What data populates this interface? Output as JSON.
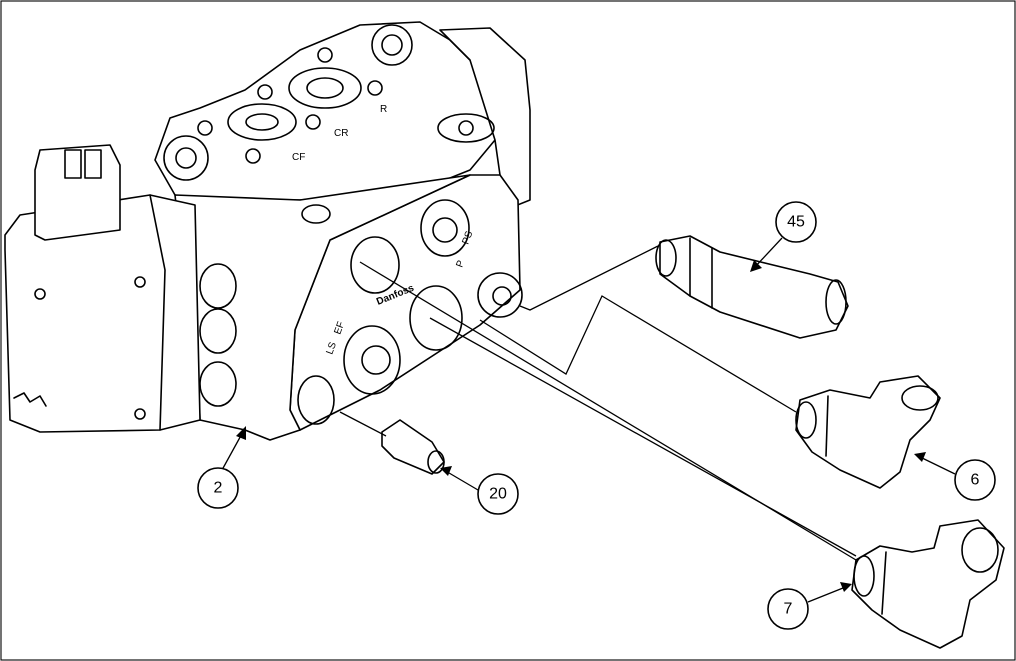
{
  "diagram": {
    "callouts": [
      {
        "id": "c2",
        "label": "2"
      },
      {
        "id": "c20",
        "label": "20"
      },
      {
        "id": "c45",
        "label": "45"
      },
      {
        "id": "c6",
        "label": "6"
      },
      {
        "id": "c7",
        "label": "7"
      }
    ],
    "port_stamps": {
      "top_cr": "CR",
      "top_cf": "CF",
      "top_r": "R",
      "front_ps": "PS",
      "front_p": "P",
      "front_ef": "EF",
      "front_ls": "LS"
    },
    "brand_stamp": "Danfoss"
  },
  "colors": {
    "line": "#000000",
    "background": "#ffffff"
  }
}
